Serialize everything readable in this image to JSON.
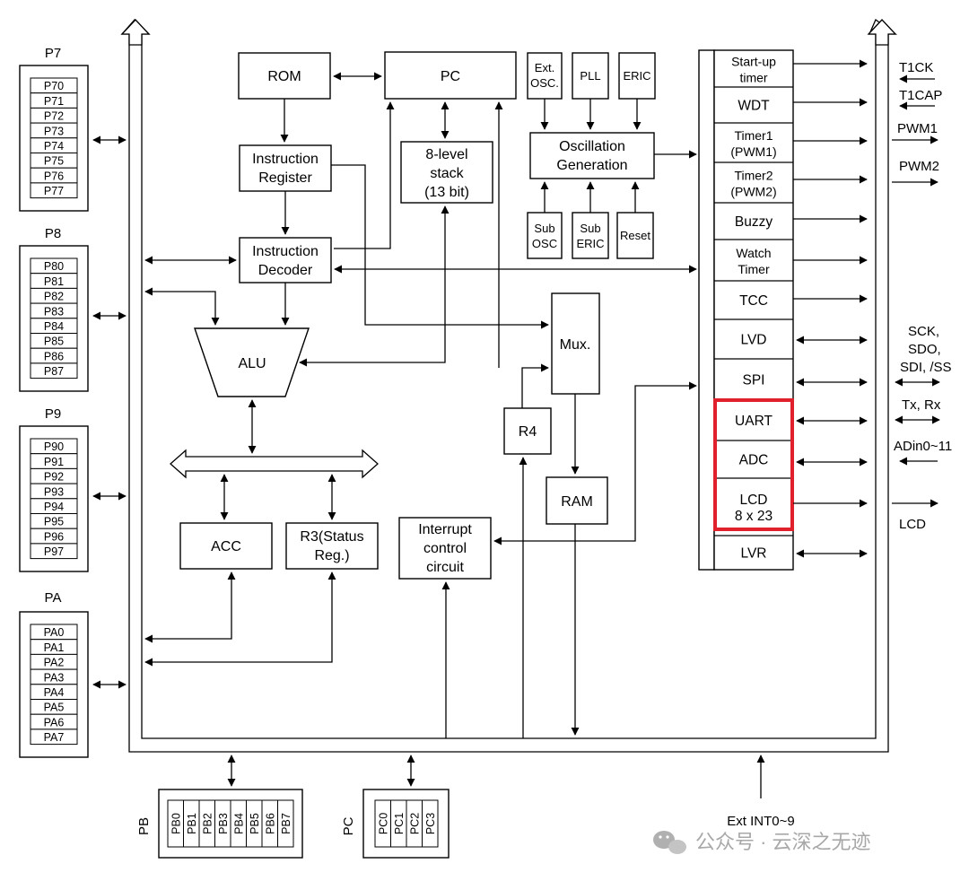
{
  "ports": {
    "p7": {
      "title": "P7",
      "pins": [
        "P70",
        "P71",
        "P72",
        "P73",
        "P74",
        "P75",
        "P76",
        "P77"
      ]
    },
    "p8": {
      "title": "P8",
      "pins": [
        "P80",
        "P81",
        "P82",
        "P83",
        "P84",
        "P85",
        "P86",
        "P87"
      ]
    },
    "p9": {
      "title": "P9",
      "pins": [
        "P90",
        "P91",
        "P92",
        "P93",
        "P94",
        "P95",
        "P96",
        "P97"
      ]
    },
    "pa": {
      "title": "PA",
      "pins": [
        "PA0",
        "PA1",
        "PA2",
        "PA3",
        "PA4",
        "PA5",
        "PA6",
        "PA7"
      ]
    },
    "pb": {
      "title": "PB",
      "pins": [
        "PB0",
        "PB1",
        "PB2",
        "PB3",
        "PB4",
        "PB5",
        "PB6",
        "PB7"
      ]
    },
    "pc": {
      "title": "PC",
      "pins": [
        "PC0",
        "PC1",
        "PC2",
        "PC3"
      ]
    }
  },
  "blocks": {
    "rom": "ROM",
    "pc": "PC",
    "ir": [
      "Instruction",
      "Register"
    ],
    "id": [
      "Instruction",
      "Decoder"
    ],
    "stack": [
      "8-level",
      "stack",
      "(13 bit)"
    ],
    "alu": "ALU",
    "acc": "ACC",
    "r3": [
      "R3(Status",
      "Reg.)"
    ],
    "mux": "Mux.",
    "r4": "R4",
    "ram": "RAM",
    "interrupt": [
      "Interrupt",
      "control",
      "circuit"
    ],
    "ext_osc": [
      "Ext.",
      "OSC."
    ],
    "pll": "PLL",
    "eric": "ERIC",
    "osc_gen": [
      "Oscillation",
      "Generation"
    ],
    "sub_osc": [
      "Sub",
      "OSC"
    ],
    "sub_eric": [
      "Sub",
      "ERIC"
    ],
    "reset": "Reset"
  },
  "peripherals": [
    [
      "Start-up",
      "timer"
    ],
    [
      "WDT"
    ],
    [
      "Timer1",
      "(PWM1)"
    ],
    [
      "Timer2",
      "(PWM2)"
    ],
    [
      "Buzzy"
    ],
    [
      "Watch",
      "Timer"
    ],
    [
      "TCC"
    ],
    [
      "LVD"
    ],
    [
      "SPI"
    ],
    [
      "UART"
    ],
    [
      "ADC"
    ],
    [
      "LCD",
      "8 x 23"
    ],
    [
      "LVR"
    ]
  ],
  "signals": {
    "t1ck": "T1CK",
    "t1cap": "T1CAP",
    "pwm1": "PWM1",
    "pwm2": "PWM2",
    "spi": [
      "SCK,",
      "SDO,",
      "SDI, /SS"
    ],
    "uart": "Tx, Rx",
    "adc": "ADin0~11",
    "lcd": "LCD",
    "ext_int": "Ext INT0~9"
  },
  "watermark": "公众号 · 云深之无迹",
  "colors": {
    "highlight": "#e0202a",
    "line": "#000000",
    "watermark": "#b0b0b0"
  }
}
